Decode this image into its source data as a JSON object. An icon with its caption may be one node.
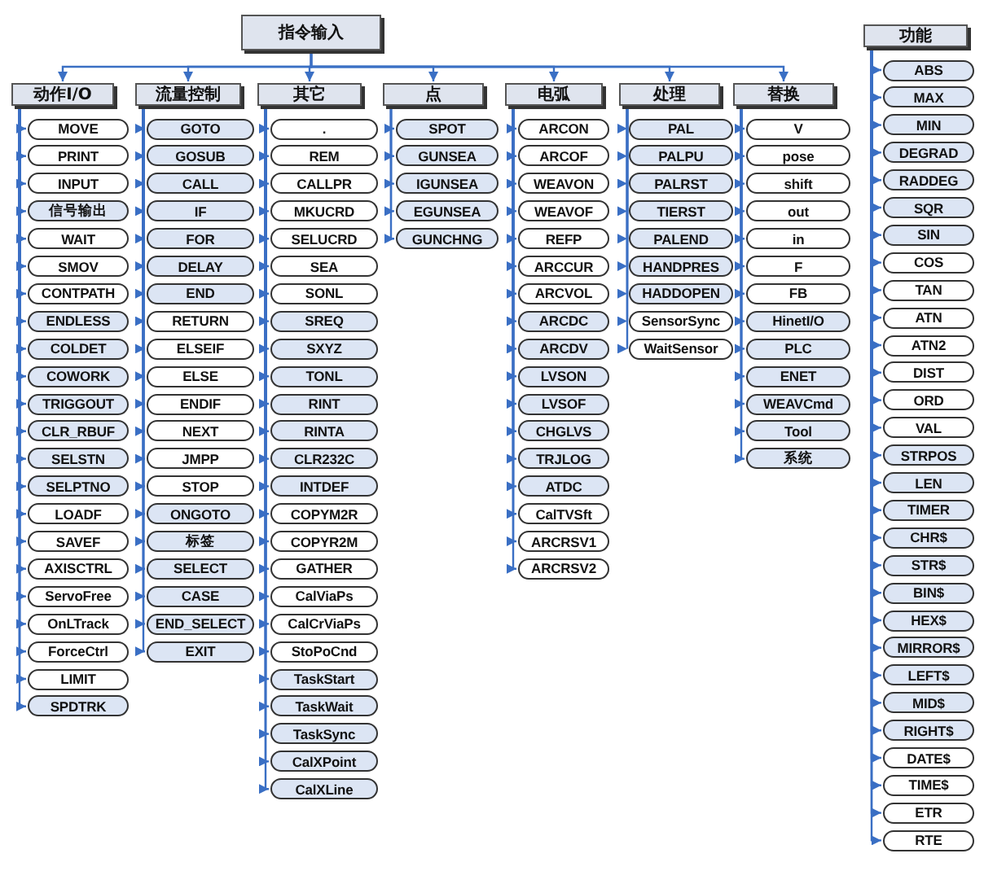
{
  "diagram": {
    "nodes": [
      {
        "text": [
          "指令输入"
        ]
      },
      {
        "text": [
          "动作I/O"
        ]
      },
      {
        "text": [
          "MOVE"
        ]
      },
      {
        "text": [
          "PRINT"
        ]
      },
      {
        "text": [
          "INPUT"
        ]
      },
      {
        "text": [
          "信号输出"
        ]
      },
      {
        "text": [
          "WAIT"
        ]
      },
      {
        "text": [
          "SMOV"
        ]
      },
      {
        "text": [
          "CONTPATH"
        ]
      },
      {
        "text": [
          "ENDLESS"
        ]
      },
      {
        "text": [
          "COLDET"
        ]
      },
      {
        "text": [
          "COWORK"
        ]
      },
      {
        "text": [
          "TRIGGOUT"
        ]
      },
      {
        "text": [
          "CLR_RBUF"
        ]
      },
      {
        "text": [
          "SELSTN"
        ]
      },
      {
        "text": [
          "SELPTNO"
        ]
      },
      {
        "text": [
          "LOADF"
        ]
      },
      {
        "text": [
          "SAVEF"
        ]
      },
      {
        "text": [
          "AXISCTRL"
        ]
      },
      {
        "text": [
          "ServoFree"
        ]
      },
      {
        "text": [
          "OnLTrack"
        ]
      },
      {
        "text": [
          "ForceCtrl"
        ]
      },
      {
        "text": [
          "LIMIT"
        ]
      },
      {
        "text": [
          "SPDTRK"
        ]
      },
      {
        "text": [
          "流量控制"
        ]
      },
      {
        "text": [
          "GOTO"
        ]
      },
      {
        "text": [
          "GOSUB"
        ]
      },
      {
        "text": [
          "CALL"
        ]
      },
      {
        "text": [
          "IF"
        ]
      },
      {
        "text": [
          "FOR"
        ]
      },
      {
        "text": [
          "DELAY"
        ]
      },
      {
        "text": [
          "END"
        ]
      },
      {
        "text": [
          "RETURN"
        ]
      },
      {
        "text": [
          "ELSEIF"
        ]
      },
      {
        "text": [
          "ELSE"
        ]
      },
      {
        "text": [
          "ENDIF"
        ]
      },
      {
        "text": [
          "NEXT"
        ]
      },
      {
        "text": [
          "JMPP"
        ]
      },
      {
        "text": [
          "STOP"
        ]
      },
      {
        "text": [
          "ONGOTO"
        ]
      },
      {
        "text": [
          "标签"
        ]
      },
      {
        "text": [
          "SELECT"
        ]
      },
      {
        "text": [
          "CASE"
        ]
      },
      {
        "text": [
          "END_SELECT"
        ]
      },
      {
        "text": [
          "EXIT"
        ]
      },
      {
        "text": [
          "其它"
        ]
      },
      {
        "text": [
          "."
        ]
      },
      {
        "text": [
          "REM"
        ]
      },
      {
        "text": [
          "CALLPR"
        ]
      },
      {
        "text": [
          "MKUCRD"
        ]
      },
      {
        "text": [
          "SELUCRD"
        ]
      },
      {
        "text": [
          "SEA"
        ]
      },
      {
        "text": [
          "SONL"
        ]
      },
      {
        "text": [
          "SREQ"
        ]
      },
      {
        "text": [
          "SXYZ"
        ]
      },
      {
        "text": [
          "TONL"
        ]
      },
      {
        "text": [
          "RINT"
        ]
      },
      {
        "text": [
          "RINTA"
        ]
      },
      {
        "text": [
          "CLR232C"
        ]
      },
      {
        "text": [
          "INTDEF"
        ]
      },
      {
        "text": [
          "COPYM2R"
        ]
      },
      {
        "text": [
          "COPYR2M"
        ]
      },
      {
        "text": [
          "GATHER"
        ]
      },
      {
        "text": [
          "CalViaPs"
        ]
      },
      {
        "text": [
          "CalCrViaPs"
        ]
      },
      {
        "text": [
          "StoPoCnd"
        ]
      },
      {
        "text": [
          "TaskStart"
        ]
      },
      {
        "text": [
          "TaskWait"
        ]
      },
      {
        "text": [
          "TaskSync"
        ]
      },
      {
        "text": [
          "CalXPoint"
        ]
      },
      {
        "text": [
          "CalXLine"
        ]
      },
      {
        "text": [
          "点"
        ]
      },
      {
        "text": [
          "SPOT"
        ]
      },
      {
        "text": [
          "GUNSEA"
        ]
      },
      {
        "text": [
          "IGUNSEA"
        ]
      },
      {
        "text": [
          "EGUNSEA"
        ]
      },
      {
        "text": [
          "GUNCHNG"
        ]
      },
      {
        "text": [
          "电弧"
        ]
      },
      {
        "text": [
          "ARCON"
        ]
      },
      {
        "text": [
          "ARCOF"
        ]
      },
      {
        "text": [
          "WEAVON"
        ]
      },
      {
        "text": [
          "WEAVOF"
        ]
      },
      {
        "text": [
          "REFP"
        ]
      },
      {
        "text": [
          "ARCCUR"
        ]
      },
      {
        "text": [
          "ARCVOL"
        ]
      },
      {
        "text": [
          "ARCDC"
        ]
      },
      {
        "text": [
          "ARCDV"
        ]
      },
      {
        "text": [
          "LVSON"
        ]
      },
      {
        "text": [
          "LVSOF"
        ]
      },
      {
        "text": [
          "CHGLVS"
        ]
      },
      {
        "text": [
          "TRJLOG"
        ]
      },
      {
        "text": [
          "ATDC"
        ]
      },
      {
        "text": [
          "CalTVSft"
        ]
      },
      {
        "text": [
          "ARCRSV1"
        ]
      },
      {
        "text": [
          "ARCRSV2"
        ]
      },
      {
        "text": [
          "处理"
        ]
      },
      {
        "text": [
          "PAL"
        ]
      },
      {
        "text": [
          "PALPU"
        ]
      },
      {
        "text": [
          "PALRST"
        ]
      },
      {
        "text": [
          "TIERST"
        ]
      },
      {
        "text": [
          "PALEND"
        ]
      },
      {
        "text": [
          "HANDPRES"
        ]
      },
      {
        "text": [
          "HADDOPEN"
        ]
      },
      {
        "text": [
          "SensorSync"
        ]
      },
      {
        "text": [
          "WaitSensor"
        ]
      },
      {
        "text": [
          "替换"
        ]
      },
      {
        "text": [
          "V"
        ]
      },
      {
        "text": [
          "pose"
        ]
      },
      {
        "text": [
          "shift"
        ]
      },
      {
        "text": [
          "out"
        ]
      },
      {
        "text": [
          "in"
        ]
      },
      {
        "text": [
          "F"
        ]
      },
      {
        "text": [
          "FB"
        ]
      },
      {
        "text": [
          "HinetI/O"
        ]
      },
      {
        "text": [
          "PLC"
        ]
      },
      {
        "text": [
          "ENET"
        ]
      },
      {
        "text": [
          "WEAVCmd"
        ]
      },
      {
        "text": [
          "Tool"
        ]
      },
      {
        "text": [
          "系统"
        ]
      },
      {
        "text": [
          "功能"
        ]
      },
      {
        "text": [
          "ABS"
        ]
      },
      {
        "text": [
          "MAX"
        ]
      },
      {
        "text": [
          "MIN"
        ]
      },
      {
        "text": [
          "DEGRAD"
        ]
      },
      {
        "text": [
          "RADDEG"
        ]
      },
      {
        "text": [
          "SQR"
        ]
      },
      {
        "text": [
          "SIN"
        ]
      },
      {
        "text": [
          "COS"
        ]
      },
      {
        "text": [
          "TAN"
        ]
      },
      {
        "text": [
          "ATN"
        ]
      },
      {
        "text": [
          "ATN2"
        ]
      },
      {
        "text": [
          "DIST"
        ]
      },
      {
        "text": [
          "ORD"
        ]
      },
      {
        "text": [
          "VAL"
        ]
      },
      {
        "text": [
          "STRPOS"
        ]
      },
      {
        "text": [
          "LEN"
        ]
      },
      {
        "text": [
          "TIMER"
        ]
      },
      {
        "text": [
          "CHR$"
        ]
      },
      {
        "text": [
          "STR$"
        ]
      },
      {
        "text": [
          "BIN$"
        ]
      },
      {
        "text": [
          "HEX$"
        ]
      },
      {
        "text": [
          "MIRROR$"
        ]
      },
      {
        "text": [
          "LEFT$"
        ]
      },
      {
        "text": [
          "MID$"
        ]
      },
      {
        "text": [
          "RIGHT$"
        ]
      },
      {
        "text": [
          "DATE$"
        ]
      },
      {
        "text": [
          "TIME$"
        ]
      },
      {
        "text": [
          "ETR"
        ]
      },
      {
        "text": [
          "RTE"
        ]
      }
    ],
    "edges": [
      {
        "from": 0,
        "to": 1,
        "arrow": "to"
      },
      {
        "from": 0,
        "to": 24,
        "arrow": "to"
      },
      {
        "from": 0,
        "to": 45,
        "arrow": "to"
      },
      {
        "from": 0,
        "to": 71,
        "arrow": "to"
      },
      {
        "from": 0,
        "to": 77,
        "arrow": "to"
      },
      {
        "from": 0,
        "to": 95,
        "arrow": "to"
      },
      {
        "from": 0,
        "to": 105,
        "arrow": "to"
      },
      {
        "from": 1,
        "to": 2,
        "arrow": "to"
      },
      {
        "from": 1,
        "to": 3,
        "arrow": "to"
      },
      {
        "from": 1,
        "to": 4,
        "arrow": "to"
      },
      {
        "from": 1,
        "to": 5,
        "arrow": "to"
      },
      {
        "from": 1,
        "to": 6,
        "arrow": "to"
      },
      {
        "from": 1,
        "to": 7,
        "arrow": "to"
      },
      {
        "from": 1,
        "to": 8,
        "arrow": "to"
      },
      {
        "from": 1,
        "to": 9,
        "arrow": "to"
      },
      {
        "from": 1,
        "to": 10,
        "arrow": "to"
      },
      {
        "from": 1,
        "to": 11,
        "arrow": "to"
      },
      {
        "from": 1,
        "to": 12,
        "arrow": "to"
      },
      {
        "from": 1,
        "to": 13,
        "arrow": "to"
      },
      {
        "from": 1,
        "to": 14,
        "arrow": "to"
      },
      {
        "from": 1,
        "to": 15,
        "arrow": "to"
      },
      {
        "from": 1,
        "to": 16,
        "arrow": "to"
      },
      {
        "from": 1,
        "to": 17,
        "arrow": "to"
      },
      {
        "from": 1,
        "to": 18,
        "arrow": "to"
      },
      {
        "from": 1,
        "to": 19,
        "arrow": "to"
      },
      {
        "from": 1,
        "to": 20,
        "arrow": "to"
      },
      {
        "from": 1,
        "to": 21,
        "arrow": "to"
      },
      {
        "from": 1,
        "to": 22,
        "arrow": "to"
      },
      {
        "from": 1,
        "to": 23,
        "arrow": "to"
      },
      {
        "from": 24,
        "to": 25,
        "arrow": "to"
      },
      {
        "from": 24,
        "to": 26,
        "arrow": "to"
      },
      {
        "from": 24,
        "to": 27,
        "arrow": "to"
      },
      {
        "from": 24,
        "to": 28,
        "arrow": "to"
      },
      {
        "from": 24,
        "to": 29,
        "arrow": "to"
      },
      {
        "from": 24,
        "to": 30,
        "arrow": "to"
      },
      {
        "from": 24,
        "to": 31,
        "arrow": "to"
      },
      {
        "from": 24,
        "to": 32,
        "arrow": "to"
      },
      {
        "from": 24,
        "to": 33,
        "arrow": "to"
      },
      {
        "from": 24,
        "to": 34,
        "arrow": "to"
      },
      {
        "from": 24,
        "to": 35,
        "arrow": "to"
      },
      {
        "from": 24,
        "to": 36,
        "arrow": "to"
      },
      {
        "from": 24,
        "to": 37,
        "arrow": "to"
      },
      {
        "from": 24,
        "to": 38,
        "arrow": "to"
      },
      {
        "from": 24,
        "to": 39,
        "arrow": "to"
      },
      {
        "from": 24,
        "to": 40,
        "arrow": "to"
      },
      {
        "from": 24,
        "to": 41,
        "arrow": "to"
      },
      {
        "from": 24,
        "to": 42,
        "arrow": "to"
      },
      {
        "from": 24,
        "to": 43,
        "arrow": "to"
      },
      {
        "from": 24,
        "to": 44,
        "arrow": "to"
      },
      {
        "from": 45,
        "to": 46,
        "arrow": "to"
      },
      {
        "from": 45,
        "to": 47,
        "arrow": "to"
      },
      {
        "from": 45,
        "to": 48,
        "arrow": "to"
      },
      {
        "from": 45,
        "to": 49,
        "arrow": "to"
      },
      {
        "from": 45,
        "to": 50,
        "arrow": "to"
      },
      {
        "from": 45,
        "to": 51,
        "arrow": "to"
      },
      {
        "from": 45,
        "to": 52,
        "arrow": "to"
      },
      {
        "from": 45,
        "to": 53,
        "arrow": "to"
      },
      {
        "from": 45,
        "to": 54,
        "arrow": "to"
      },
      {
        "from": 45,
        "to": 55,
        "arrow": "to"
      },
      {
        "from": 45,
        "to": 56,
        "arrow": "to"
      },
      {
        "from": 45,
        "to": 57,
        "arrow": "to"
      },
      {
        "from": 45,
        "to": 58,
        "arrow": "to"
      },
      {
        "from": 45,
        "to": 59,
        "arrow": "to"
      },
      {
        "from": 45,
        "to": 60,
        "arrow": "to"
      },
      {
        "from": 45,
        "to": 61,
        "arrow": "to"
      },
      {
        "from": 45,
        "to": 62,
        "arrow": "to"
      },
      {
        "from": 45,
        "to": 63,
        "arrow": "to"
      },
      {
        "from": 45,
        "to": 64,
        "arrow": "to"
      },
      {
        "from": 45,
        "to": 65,
        "arrow": "to"
      },
      {
        "from": 45,
        "to": 66,
        "arrow": "to"
      },
      {
        "from": 45,
        "to": 67,
        "arrow": "to"
      },
      {
        "from": 45,
        "to": 68,
        "arrow": "to"
      },
      {
        "from": 45,
        "to": 69,
        "arrow": "to"
      },
      {
        "from": 45,
        "to": 70,
        "arrow": "to"
      },
      {
        "from": 71,
        "to": 72,
        "arrow": "to"
      },
      {
        "from": 71,
        "to": 73,
        "arrow": "to"
      },
      {
        "from": 71,
        "to": 74,
        "arrow": "to"
      },
      {
        "from": 71,
        "to": 75,
        "arrow": "to"
      },
      {
        "from": 71,
        "to": 76,
        "arrow": "to"
      },
      {
        "from": 77,
        "to": 78,
        "arrow": "to"
      },
      {
        "from": 77,
        "to": 79,
        "arrow": "to"
      },
      {
        "from": 77,
        "to": 80,
        "arrow": "to"
      },
      {
        "from": 77,
        "to": 81,
        "arrow": "to"
      },
      {
        "from": 77,
        "to": 82,
        "arrow": "to"
      },
      {
        "from": 77,
        "to": 83,
        "arrow": "to"
      },
      {
        "from": 77,
        "to": 84,
        "arrow": "to"
      },
      {
        "from": 77,
        "to": 85,
        "arrow": "to"
      },
      {
        "from": 77,
        "to": 86,
        "arrow": "to"
      },
      {
        "from": 77,
        "to": 87,
        "arrow": "to"
      },
      {
        "from": 77,
        "to": 88,
        "arrow": "to"
      },
      {
        "from": 77,
        "to": 89,
        "arrow": "to"
      },
      {
        "from": 77,
        "to": 90,
        "arrow": "to"
      },
      {
        "from": 77,
        "to": 91,
        "arrow": "to"
      },
      {
        "from": 77,
        "to": 92,
        "arrow": "to"
      },
      {
        "from": 77,
        "to": 93,
        "arrow": "to"
      },
      {
        "from": 77,
        "to": 94,
        "arrow": "to"
      },
      {
        "from": 95,
        "to": 96,
        "arrow": "to"
      },
      {
        "from": 95,
        "to": 97,
        "arrow": "to"
      },
      {
        "from": 95,
        "to": 98,
        "arrow": "to"
      },
      {
        "from": 95,
        "to": 99,
        "arrow": "to"
      },
      {
        "from": 95,
        "to": 100,
        "arrow": "to"
      },
      {
        "from": 95,
        "to": 101,
        "arrow": "to"
      },
      {
        "from": 95,
        "to": 102,
        "arrow": "to"
      },
      {
        "from": 95,
        "to": 103,
        "arrow": "to"
      },
      {
        "from": 95,
        "to": 104,
        "arrow": "to"
      },
      {
        "from": 105,
        "to": 106,
        "arrow": "to"
      },
      {
        "from": 105,
        "to": 107,
        "arrow": "to"
      },
      {
        "from": 105,
        "to": 108,
        "arrow": "to"
      },
      {
        "from": 105,
        "to": 109,
        "arrow": "to"
      },
      {
        "from": 105,
        "to": 110,
        "arrow": "to"
      },
      {
        "from": 105,
        "to": 111,
        "arrow": "to"
      },
      {
        "from": 105,
        "to": 112,
        "arrow": "to"
      },
      {
        "from": 105,
        "to": 113,
        "arrow": "to"
      },
      {
        "from": 105,
        "to": 114,
        "arrow": "to"
      },
      {
        "from": 105,
        "to": 115,
        "arrow": "to"
      },
      {
        "from": 105,
        "to": 116,
        "arrow": "to"
      },
      {
        "from": 105,
        "to": 117,
        "arrow": "to"
      },
      {
        "from": 105,
        "to": 118,
        "arrow": "to"
      },
      {
        "from": 119,
        "to": 120,
        "arrow": "to"
      },
      {
        "from": 119,
        "to": 121,
        "arrow": "to"
      },
      {
        "from": 119,
        "to": 122,
        "arrow": "to"
      },
      {
        "from": 119,
        "to": 123,
        "arrow": "to"
      },
      {
        "from": 119,
        "to": 124,
        "arrow": "to"
      },
      {
        "from": 119,
        "to": 125,
        "arrow": "to"
      },
      {
        "from": 119,
        "to": 126,
        "arrow": "to"
      },
      {
        "from": 119,
        "to": 127,
        "arrow": "to"
      },
      {
        "from": 119,
        "to": 128,
        "arrow": "to"
      },
      {
        "from": 119,
        "to": 129,
        "arrow": "to"
      },
      {
        "from": 119,
        "to": 130,
        "arrow": "to"
      },
      {
        "from": 119,
        "to": 131,
        "arrow": "to"
      },
      {
        "from": 119,
        "to": 132,
        "arrow": "to"
      },
      {
        "from": 119,
        "to": 133,
        "arrow": "to"
      },
      {
        "from": 119,
        "to": 134,
        "arrow": "to"
      },
      {
        "from": 119,
        "to": 135,
        "arrow": "to"
      },
      {
        "from": 119,
        "to": 136,
        "arrow": "to"
      },
      {
        "from": 119,
        "to": 137,
        "arrow": "to"
      },
      {
        "from": 119,
        "to": 138,
        "arrow": "to"
      },
      {
        "from": 119,
        "to": 139,
        "arrow": "to"
      },
      {
        "from": 119,
        "to": 140,
        "arrow": "to"
      },
      {
        "from": 119,
        "to": 141,
        "arrow": "to"
      },
      {
        "from": 119,
        "to": 142,
        "arrow": "to"
      },
      {
        "from": 119,
        "to": 143,
        "arrow": "to"
      },
      {
        "from": 119,
        "to": 144,
        "arrow": "to"
      },
      {
        "from": 119,
        "to": 145,
        "arrow": "to"
      },
      {
        "from": 119,
        "to": 146,
        "arrow": "to"
      },
      {
        "from": 119,
        "to": 147,
        "arrow": "to"
      },
      {
        "from": 119,
        "to": 148,
        "arrow": "to"
      }
    ]
  }
}
